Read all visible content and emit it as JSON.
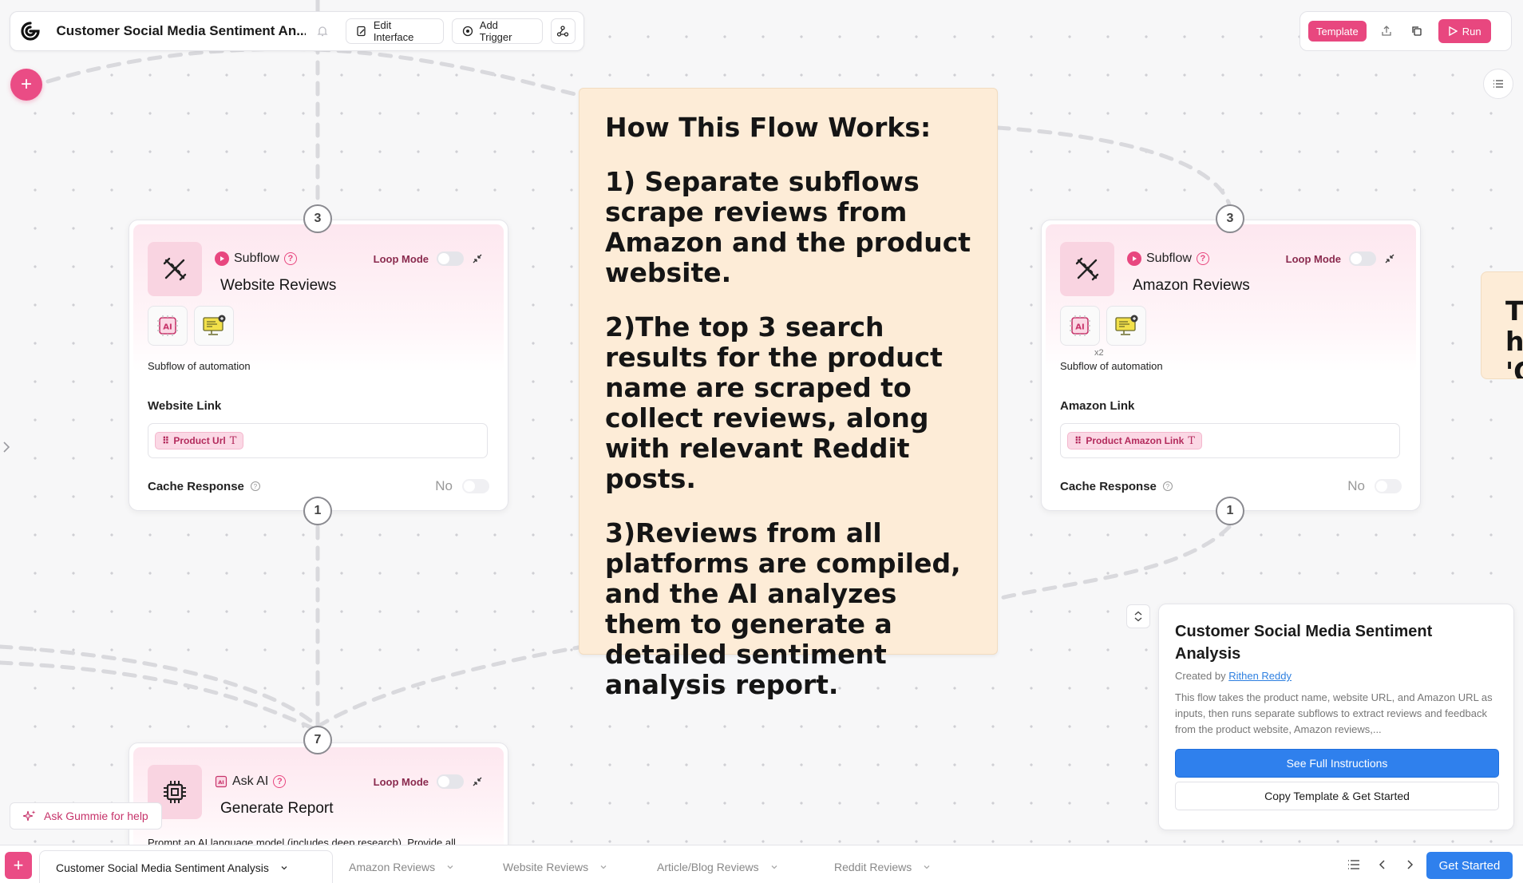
{
  "header": {
    "flow_title": "Customer Social Media Sentiment An...",
    "edit_interface_label": "Edit Interface",
    "add_trigger_label": "Add Trigger",
    "template_label": "Template",
    "run_label": "Run"
  },
  "note": {
    "paragraphs": [
      "How This Flow Works:",
      "1) Separate subflows scrape reviews from Amazon and the product website.",
      "2)The top 3 search results for the product name are scraped to collect reviews, along with relevant Reddit posts.",
      "3)Reviews from all platforms are compiled, and the AI analyzes them to generate a detailed sentiment analysis report."
    ],
    "partial_note_lines": [
      "T",
      "h",
      "'C"
    ]
  },
  "nodes": {
    "website": {
      "kind": "Subflow",
      "loop_label": "Loop Mode",
      "name": "Website Reviews",
      "description": "Subflow of automation",
      "field_label": "Website Link",
      "chip": "Product Url",
      "chip_type": "T",
      "cache_label": "Cache Response",
      "cache_value": "No",
      "port_in": "3",
      "port_out": "1"
    },
    "amazon": {
      "kind": "Subflow",
      "loop_label": "Loop Mode",
      "name": "Amazon Reviews",
      "description": "Subflow of automation",
      "tool_count": "x2",
      "field_label": "Amazon Link",
      "chip": "Product Amazon Link",
      "chip_type": "T",
      "cache_label": "Cache Response",
      "cache_value": "No",
      "port_in": "3",
      "port_out": "1"
    },
    "report": {
      "kind": "Ask AI",
      "loop_label": "Loop Mode",
      "name": "Generate Report",
      "description": "Prompt an AI language model (includes deep research). Provide all",
      "port_in": "7"
    }
  },
  "info_panel": {
    "title": "Customer Social Media Sentiment Analysis",
    "created_by_prefix": "Created by",
    "author": "Rithen Reddy",
    "description": "This flow takes the product name, website URL, and Amazon URL as inputs, then runs separate subflows to extract reviews and feedback from the product website, Amazon reviews,...",
    "primary_button": "See Full Instructions",
    "secondary_button": "Copy Template & Get Started"
  },
  "help": {
    "label": "Ask Gummie for help"
  },
  "tabs": [
    {
      "label": "Customer Social Media Sentiment Analysis",
      "active": true
    },
    {
      "label": "Amazon Reviews",
      "active": false
    },
    {
      "label": "Website Reviews",
      "active": false
    },
    {
      "label": "Article/Blog Reviews",
      "active": false
    },
    {
      "label": "Reddit Reviews",
      "active": false
    }
  ],
  "get_started_label": "Get Started",
  "colors": {
    "accent": "#e8477f",
    "primary": "#2f80ed",
    "note": "#fdecd7"
  }
}
